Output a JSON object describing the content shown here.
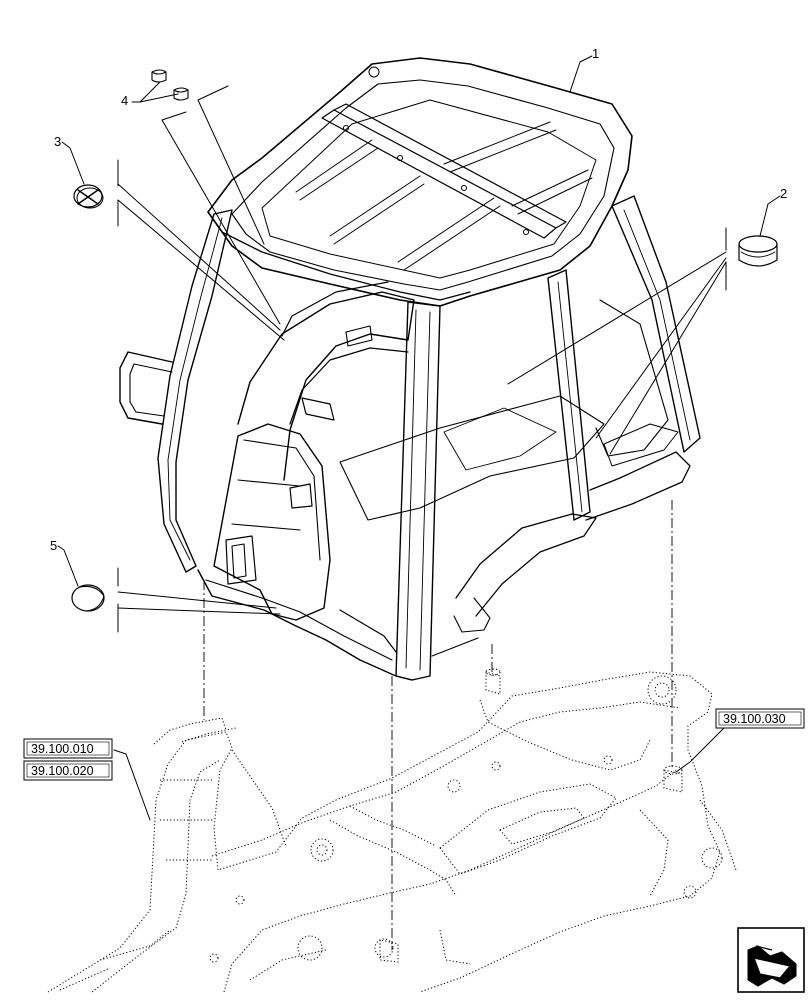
{
  "callouts": {
    "c1": "1",
    "c2": "2",
    "c3": "3",
    "c4": "4",
    "c5": "5"
  },
  "references": {
    "ref_a": "39.100.010",
    "ref_b": "39.100.020",
    "ref_c": "39.100.030"
  },
  "icons": {
    "nav": "navigation-arrow-icon"
  }
}
